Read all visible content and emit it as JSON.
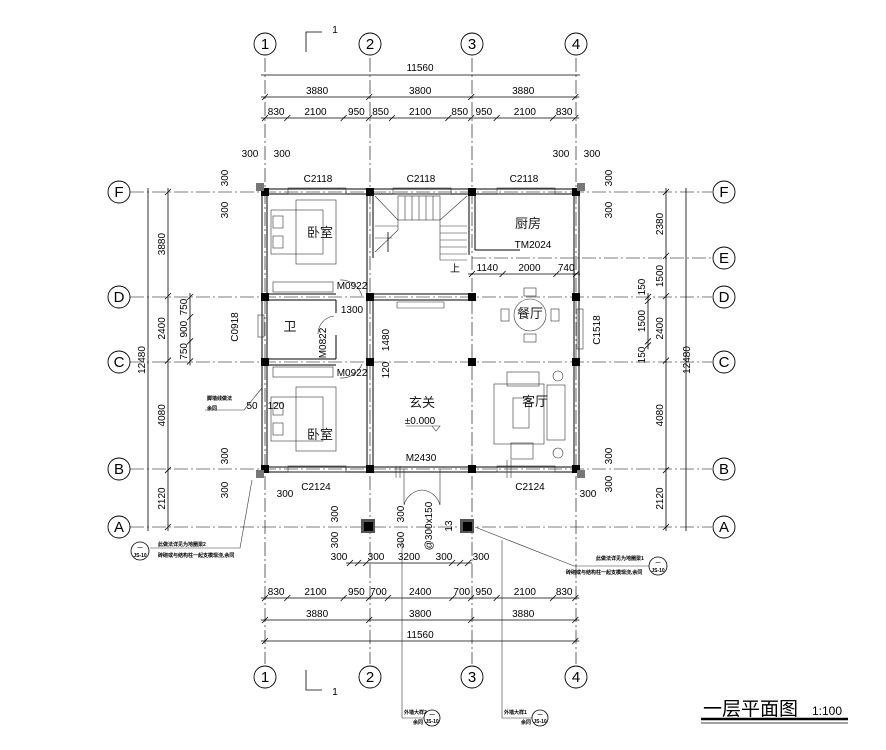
{
  "drawing": {
    "title": "一层平面图",
    "scale": "1:100",
    "section_mark": "1"
  },
  "axes": {
    "columns": [
      "1",
      "2",
      "3",
      "4"
    ],
    "rows": [
      "F",
      "E",
      "D",
      "C",
      "B",
      "A"
    ]
  },
  "dimensions": {
    "top_total": "11560",
    "top_bays": [
      3880,
      3800,
      3880
    ],
    "top_detail": [
      830,
      2100,
      950,
      850,
      2100,
      850,
      950,
      2100,
      830
    ],
    "bottom_total": "11560",
    "bottom_bays": [
      3880,
      3800,
      3880
    ],
    "bottom_detail": [
      830,
      2100,
      950,
      700,
      2400,
      700,
      950,
      2100,
      830
    ],
    "left_total": "12480",
    "left_bays": [
      3880,
      2400,
      4080,
      2120
    ],
    "left_window": [
      750,
      900,
      750
    ],
    "right_total": "12480",
    "right_bays": [
      2380,
      1500,
      2400,
      4080,
      2120
    ],
    "right_window": [
      150,
      1500,
      150
    ],
    "corner_300": "300",
    "entry_bottom": [
      300,
      300,
      3200,
      300,
      300
    ],
    "kitchen_door": [
      1140,
      2000,
      740
    ],
    "hall_1300": "1300",
    "hall_1480": "1480",
    "hall_120": "120",
    "col_50": "50",
    "col_120": "120",
    "step_note": "@300x150",
    "step_count": "13"
  },
  "rooms": {
    "bedroom_top": "卧室",
    "kitchen": "厨房",
    "bathroom": "卫",
    "dining": "餐厅",
    "foyer": "玄关",
    "living": "客厅",
    "bedroom_bottom": "卧室"
  },
  "openings": {
    "c2118": "C2118",
    "c0918": "C0918",
    "c1518": "C1518",
    "c2124": "C2124",
    "m0922": "M0922",
    "m0822": "M0822",
    "tm2024": "TM2024",
    "m2430": "M2430"
  },
  "annotations": {
    "elevation": "±0.000",
    "stair_up": "上",
    "note_left_1": "此做法详见为地圈梁2",
    "note_left_2": "砖砌或与结构柱一起支模现浇,余同",
    "note_right_1": "此做法详见为地圈梁1",
    "note_right_2": "砖砌或与结构柱一起支模现浇,余同",
    "note_wall_1": "脚墙线做法",
    "note_wall_2": "余同",
    "detail_a": "外墙大样2",
    "detail_b": "外墙大样1",
    "detail_same": "余同",
    "detail_sym": "—",
    "detail_ref": "JS-10"
  }
}
